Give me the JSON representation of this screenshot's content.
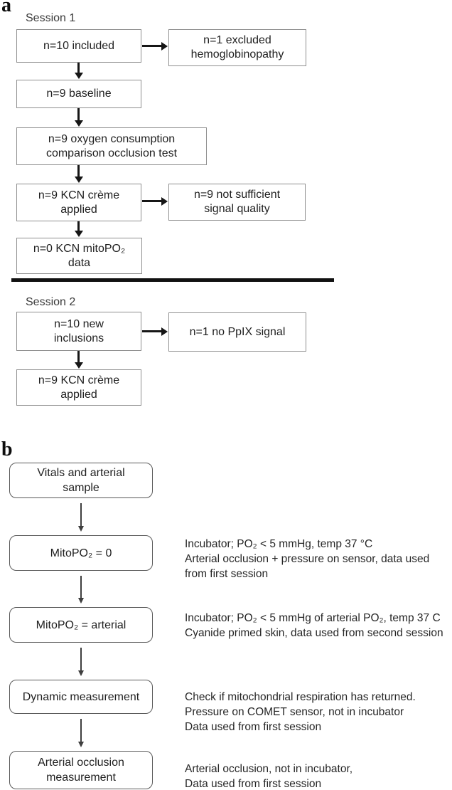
{
  "figure": {
    "panel_a": {
      "label": "a",
      "session1_label": "Session 1",
      "session2_label": "Session 2",
      "boxes": {
        "included": {
          "lines": [
            "n=10 included"
          ]
        },
        "excluded": {
          "lines": [
            "n=1 excluded",
            "hemoglobinopathy"
          ]
        },
        "baseline": {
          "lines": [
            "n=9 baseline"
          ]
        },
        "occlusion_test": {
          "lines": [
            "n=9 oxygen consumption",
            "comparison occlusion test"
          ]
        },
        "kcn_applied_s1": {
          "lines": [
            "n=9 KCN crème",
            "applied"
          ]
        },
        "not_sufficient": {
          "lines": [
            "n=9 not sufficient",
            "signal quality"
          ]
        },
        "no_kcn_data": {
          "lines": [
            "n=0 KCN mitoPO₂",
            "data"
          ]
        },
        "new_inclusions": {
          "lines": [
            "n=10 new",
            "inclusions"
          ]
        },
        "no_ppix": {
          "lines": [
            "n=1 no PpIX signal"
          ]
        },
        "kcn_applied_s2": {
          "lines": [
            "n=9 KCN crème",
            "applied"
          ]
        }
      }
    },
    "panel_b": {
      "label": "b",
      "boxes": {
        "vitals": {
          "lines": [
            "Vitals and arterial",
            "sample"
          ]
        },
        "mito_zero": {
          "lines": [
            "MitoPO₂ = 0"
          ]
        },
        "mito_arterial": {
          "lines": [
            "MitoPO₂ = arterial"
          ]
        },
        "dynamic": {
          "lines": [
            "Dynamic measurement"
          ]
        },
        "arterial_occlusion": {
          "lines": [
            "Arterial occlusion",
            "measurement"
          ]
        }
      },
      "annotations": {
        "mito_zero": {
          "lines": [
            "Incubator; PO₂ < 5 mmHg, temp 37 °C",
            "Arterial occlusion + pressure on sensor, data used",
            "from first session"
          ]
        },
        "mito_arterial": {
          "lines": [
            "Incubator; PO₂ < 5 mmHg of arterial PO₂, temp 37 C",
            "Cyanide primed skin, data used from second session"
          ]
        },
        "dynamic": {
          "lines": [
            "Check if mitochondrial respiration has returned.",
            "Pressure on COMET sensor, not in incubator",
            "Data used from first session"
          ]
        },
        "arterial_occlusion": {
          "lines": [
            "Arterial occlusion, not in incubator,",
            "Data used from first session"
          ]
        }
      }
    },
    "colors": {
      "panel_a_box_border": "#8f8f8f",
      "panel_b_box_border": "#5a5a5a",
      "panel_a_arrow": "#161616",
      "panel_b_arrow": "#3f3f3f",
      "text": "#262626",
      "divider": "#111111",
      "background": "#ffffff"
    }
  }
}
